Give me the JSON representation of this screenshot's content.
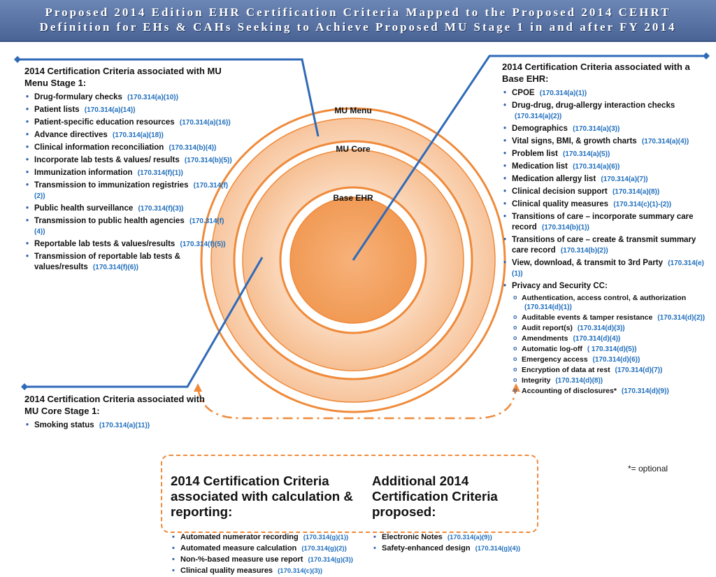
{
  "title": {
    "line1": "Proposed 2014 Edition EHR Certification Criteria Mapped to the Proposed 2014 CEHRT",
    "line2": "Definition for EHs & CAHs Seeking to Achieve Proposed MU Stage 1 in and after FY 2014"
  },
  "diagram": {
    "ring_labels": {
      "menu": "MU Menu",
      "core": "MU Core",
      "base": "Base EHR"
    },
    "colors": {
      "ring": "#ef8a3a",
      "menu_fill": "#f9cfae",
      "core_fill": "#f7c9a2",
      "base_fill": "#f4a86a",
      "connector": "#2f6ab8"
    }
  },
  "menu_panel": {
    "heading": "2014 Certification Criteria associated with MU Menu Stage 1:",
    "items": [
      {
        "label": "Drug-formulary checks",
        "code": "(170.314(a)(10))"
      },
      {
        "label": "Patient  lists",
        "code": "(170.314(a)(14))"
      },
      {
        "label": "Patient-specific education resources",
        "code": "(170.314(a)(16))"
      },
      {
        "label": "Advance directives",
        "code": "(170.314(a)(18))"
      },
      {
        "label": "Clinical information reconciliation",
        "code": "(170.314(b)(4))"
      },
      {
        "label": "Incorporate lab tests & values/ results",
        "code": "(170.314(b)(5))"
      },
      {
        "label": "Immunization information",
        "code": "(170.314(f)(1))"
      },
      {
        "label": "Transmission to immunization registries",
        "code": "(170.314(f)(2))"
      },
      {
        "label": "Public health surveillance",
        "code": "(170.314(f)(3))"
      },
      {
        "label": "Transmission to public health agencies",
        "code": "(170.314(f)(4))"
      },
      {
        "label": "Reportable lab tests & values/results",
        "code": "(170.314(f)(5))"
      },
      {
        "label": "Transmission of reportable lab tests & values/results",
        "code": "(170.314(f)(6))"
      }
    ]
  },
  "core_panel": {
    "heading": "2014 Certification Criteria associated with MU Core Stage 1:",
    "items": [
      {
        "label": "Smoking status",
        "code": "(170.314(a)(11))"
      }
    ]
  },
  "base_panel": {
    "heading": "2014 Certification Criteria associated with a Base EHR:",
    "items": [
      {
        "label": "CPOE",
        "code": "(170.314(a)(1))"
      },
      {
        "label": "Drug-drug, drug-allergy interaction checks",
        "code": "(170.314(a)(2))"
      },
      {
        "label": "Demographics",
        "code": "(170.314(a)(3))"
      },
      {
        "label": "Vital signs, BMI, & growth charts",
        "code": "(170.314(a)(4))"
      },
      {
        "label": "Problem list",
        "code": "(170.314(a)(5))"
      },
      {
        "label": "Medication list",
        "code": "(170.314(a)(6))"
      },
      {
        "label": "Medication allergy list",
        "code": "(170.314(a)(7))"
      },
      {
        "label": "Clinical decision support",
        "code": "(170.314(a)(8))"
      },
      {
        "label": "Clinical quality measures",
        "code": "(170.314(c)(1)-(2))"
      },
      {
        "label": "Transitions of care – incorporate summary care record",
        "code": "(170.314(b)(1))"
      },
      {
        "label": "Transitions of care – create & transmit summary care record",
        "code": "(170.314(b)(2))"
      },
      {
        "label": "View, download, & transmit to 3rd Party",
        "code": "(170.314(e)(1))"
      }
    ],
    "privacy": {
      "label": "Privacy and Security CC:",
      "items": [
        {
          "label": "Authentication, access control, & authorization",
          "code": "(170.314(d)(1))"
        },
        {
          "label": "Auditable events & tamper resistance",
          "code": "(170.314(d)(2))"
        },
        {
          "label": "Audit report(s)",
          "code": "(170.314(d)(3))"
        },
        {
          "label": "Amendments",
          "code": "(170.314(d)(4))"
        },
        {
          "label": "Automatic log-off",
          "code": "( 170.314(d)(5))"
        },
        {
          "label": "Emergency access",
          "code": "(170.314(d)(6))"
        },
        {
          "label": "Encryption of data at rest",
          "code": "(170.314(d)(7))"
        },
        {
          "label": "Integrity",
          "code": "(170.314(d)(8))"
        },
        {
          "label": "Accounting of disclosures*",
          "code": "(170.314(d)(9))"
        }
      ]
    },
    "optional_note": "*= optional"
  },
  "calc_panel": {
    "heading": "2014 Certification Criteria associated with calculation & reporting:",
    "items": [
      {
        "label": "Automated numerator recording",
        "code": "(170.314(g)(1))"
      },
      {
        "label": "Automated measure calculation",
        "code": "(170.314(g)(2))"
      },
      {
        "label": "Non-%-based measure use report",
        "code": "(170.314(g)(3))"
      },
      {
        "label": "Clinical quality measures",
        "code": "(170.314(c)(3))"
      }
    ]
  },
  "additional_panel": {
    "heading": "Additional 2014 Certification Criteria proposed:",
    "items": [
      {
        "label": "Electronic Notes",
        "code": "(170.314(a)(9))"
      },
      {
        "label": "Safety-enhanced design",
        "code": "(170.314(g)(4))"
      }
    ]
  }
}
